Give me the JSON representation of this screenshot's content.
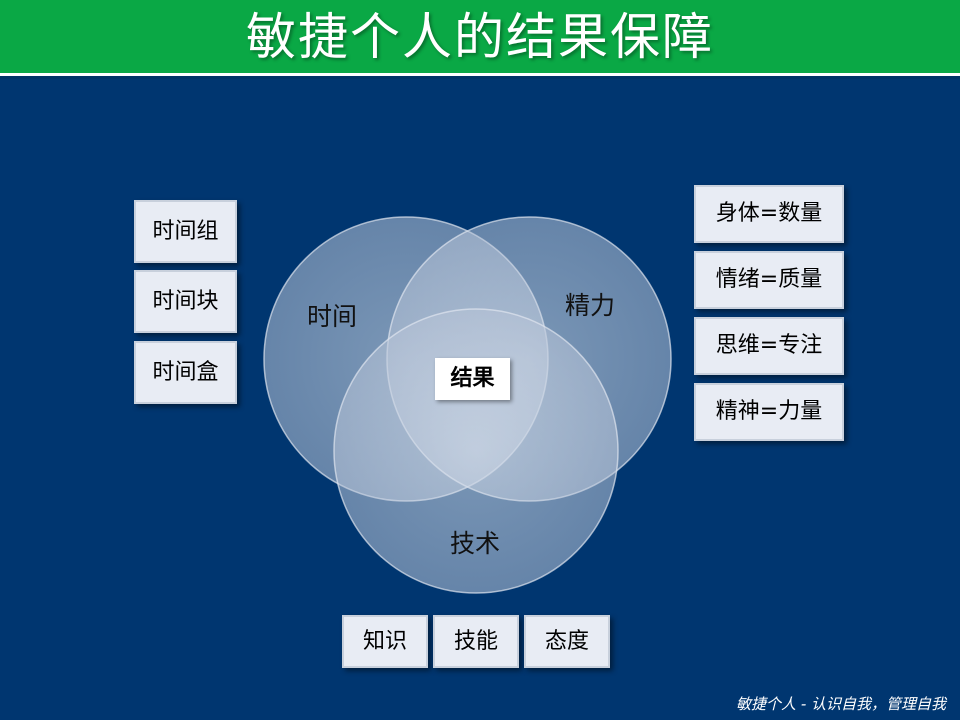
{
  "title": "敏捷个人的结果保障",
  "venn": {
    "circles": {
      "time": "时间",
      "energy": "精力",
      "skill": "技术"
    },
    "center": "结果"
  },
  "time_items": [
    "时间组",
    "时间块",
    "时间盒"
  ],
  "energy_items": [
    "身体=数量",
    "情绪=质量",
    "思维=专注",
    "精神=力量"
  ],
  "skill_items": [
    "知识",
    "技能",
    "态度"
  ],
  "footer": "敏捷个人 - 认识自我，管理自我",
  "colors": {
    "title_bar": "#0aa845",
    "background": "#003670",
    "circle_fill": "#c7cfdd"
  }
}
